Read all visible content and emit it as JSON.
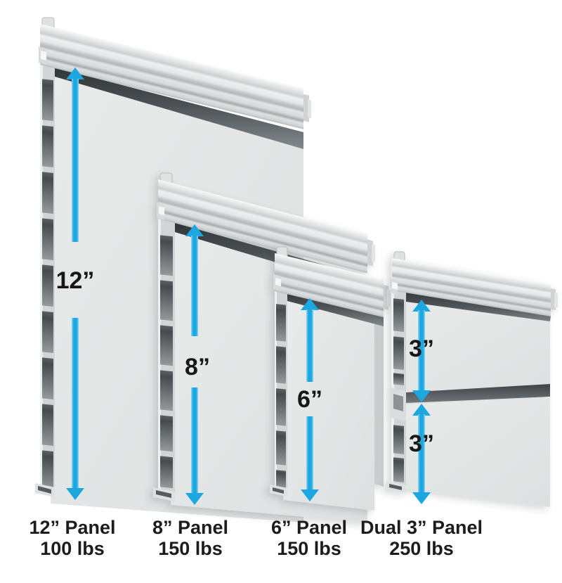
{
  "illustration": "pvc-slatwall-panel-size-comparison",
  "colors": {
    "arrow_blue": "#1ca7e1",
    "panel_face": "#e3e5e5",
    "rail_shadow_dark": "#3a3f42",
    "label_text": "#171717",
    "background": "#ffffff"
  },
  "panels": [
    {
      "name": "12-inch-panel",
      "size_labels": [
        "12”"
      ],
      "caption_name": "12” Panel",
      "caption_weight": "100 lbs"
    },
    {
      "name": "8-inch-panel",
      "size_labels": [
        "8”"
      ],
      "caption_name": "8” Panel",
      "caption_weight": "150 lbs"
    },
    {
      "name": "6-inch-panel",
      "size_labels": [
        "6”"
      ],
      "caption_name": "6” Panel",
      "caption_weight": "150 lbs"
    },
    {
      "name": "dual-3-inch-panel",
      "size_labels": [
        "3”",
        "3”"
      ],
      "caption_name": "Dual 3” Panel",
      "caption_weight": "250 lbs"
    }
  ]
}
